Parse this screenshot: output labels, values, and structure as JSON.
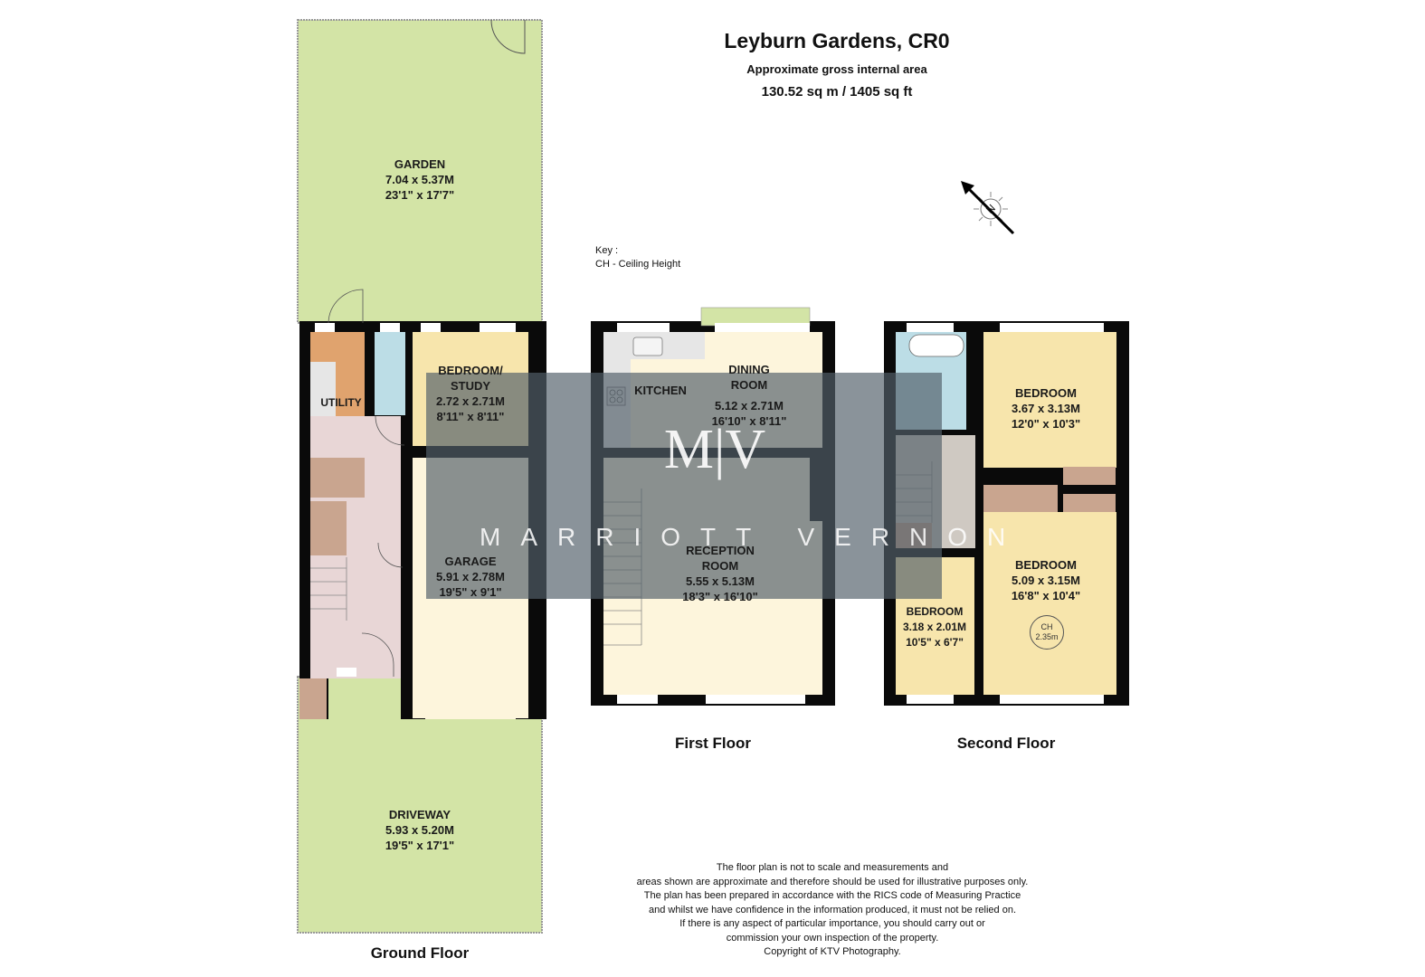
{
  "header": {
    "title": "Leyburn Gardens, CR0",
    "subtitle": "Approximate gross internal area",
    "area": "130.52 sq m / 1405 sq ft"
  },
  "key": {
    "heading": "Key :",
    "entries": [
      "CH - Ceiling Height"
    ]
  },
  "compass": {
    "icon": "north-arrow-icon",
    "label": "N"
  },
  "watermark": {
    "monogram": "M|V",
    "brand": "MARRIOTT VERNON"
  },
  "colors": {
    "garden": "#d3e4a6",
    "bedroom": "#f7e5ac",
    "living": "#fdf5dc",
    "hall": "#e8d6d6",
    "utility": "#e0a36e",
    "bathroom": "#bcdde6",
    "storage": "#c9a58f",
    "kitchen": "#e6e6e6",
    "wall": "#0a0a0a",
    "watermark_overlay": "#53606a"
  },
  "floors": [
    {
      "name": "Ground Floor",
      "rooms": [
        {
          "name": "GARDEN",
          "metric": "7.04 x 5.37M",
          "imperial": "23'1\" x 17'7\""
        },
        {
          "name": "UTILITY"
        },
        {
          "name": "BEDROOM/ STUDY",
          "line1": "BEDROOM/",
          "line2": "STUDY",
          "metric": "2.72 x 2.71M",
          "imperial": "8'11\" x 8'11\""
        },
        {
          "name": "GARAGE",
          "metric": "5.91 x 2.78M",
          "imperial": "19'5\" x 9'1\""
        },
        {
          "name": "DRIVEWAY",
          "metric": "5.93 x 5.20M",
          "imperial": "19'5\" x 17'1\""
        }
      ]
    },
    {
      "name": "First Floor",
      "rooms": [
        {
          "name": "KITCHEN"
        },
        {
          "name": "DINING ROOM",
          "line1": "DINING",
          "line2": "ROOM",
          "metric": "5.12 x 2.71M",
          "imperial": "16'10\" x 8'11\""
        },
        {
          "name": "RECEPTION ROOM",
          "line1": "RECEPTION",
          "line2": "ROOM",
          "metric": "5.55 x 5.13M",
          "imperial": "18'3\" x 16'10\""
        }
      ]
    },
    {
      "name": "Second Floor",
      "rooms": [
        {
          "name": "BEDROOM",
          "metric": "3.67 x 3.13M",
          "imperial": "12'0\" x 10'3\""
        },
        {
          "name": "BEDROOM",
          "metric": "5.09 x 3.15M",
          "imperial": "16'8\" x 10'4\"",
          "ceiling": {
            "label": "CH",
            "value": "2.35m"
          }
        },
        {
          "name": "BEDROOM",
          "metric": "3.18 x 2.01M",
          "imperial": "10'5\" x 6'7\""
        }
      ]
    }
  ],
  "disclaimer": [
    "The floor plan is not to scale and measurements and",
    "areas shown are approximate and therefore should be used for illustrative purposes only.",
    "The plan has been prepared in accordance with the RICS code of Measuring Practice",
    "and whilst we have confidence in the information produced, it must not be relied on.",
    "If there is any aspect of particular importance, you should carry out or",
    "commission your own inspection of the property.",
    "Copyright of KTV Photography."
  ]
}
